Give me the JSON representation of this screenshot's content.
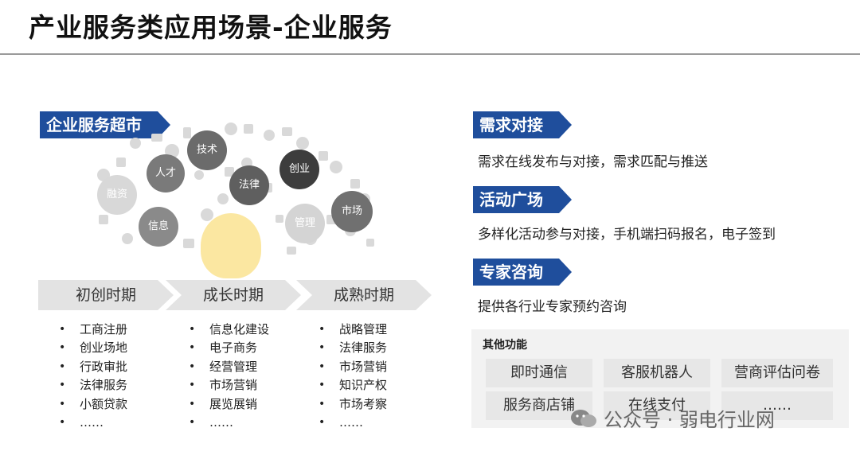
{
  "title": "产业服务类应用场景-企业服务",
  "left": {
    "tag": "企业服务超市",
    "circles": [
      "技术",
      "人才",
      "法律",
      "创业",
      "融资",
      "信息",
      "管理",
      "市场"
    ],
    "stages": [
      {
        "label": "初创时期",
        "items": [
          "工商注册",
          "创业场地",
          "行政审批",
          "法律服务",
          "小额贷款",
          "……"
        ]
      },
      {
        "label": "成长时期",
        "items": [
          "信息化建设",
          "电子商务",
          "经营管理",
          "市场营销",
          "展览展销",
          "……"
        ]
      },
      {
        "label": "成熟时期",
        "items": [
          "战略管理",
          "法律服务",
          "市场营销",
          "知识产权",
          "市场考察",
          "……"
        ]
      }
    ]
  },
  "right": {
    "sections": [
      {
        "tag": "需求对接",
        "desc": "需求在线发布与对接，需求匹配与推送"
      },
      {
        "tag": "活动广场",
        "desc": "多样化活动参与对接，手机端扫码报名，电子签到"
      },
      {
        "tag": "专家咨询",
        "desc": "提供各行业专家预约咨询"
      }
    ],
    "other": {
      "title": "其他功能",
      "features": [
        "即时通信",
        "客服机器人",
        "营商评估问卷",
        "服务商店铺",
        "在线支付",
        "……"
      ]
    }
  },
  "watermark": "公众号 · 弱电行业网",
  "colors": {
    "tag_blue": "#1f4e9c",
    "circle_dark": "#555555",
    "circle_mid": "#777777",
    "circle_light": "#d4d4d4",
    "bulb": "#fbe7a1"
  }
}
